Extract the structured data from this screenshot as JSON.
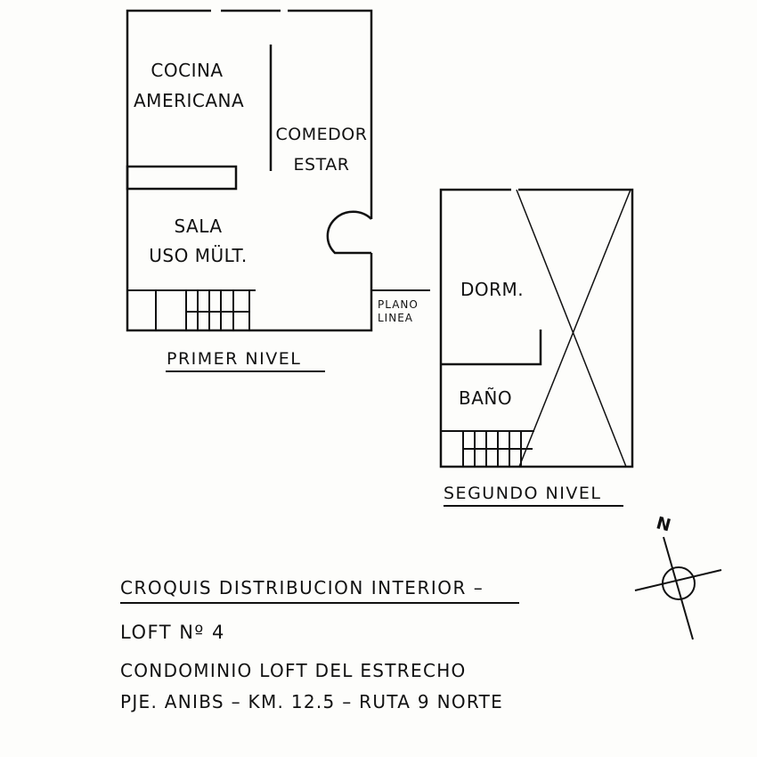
{
  "primer_nivel": {
    "title": "PRIMER NIVEL",
    "rooms": {
      "cocina_1": "COCINA",
      "cocina_2": "AMERICANA",
      "comedor_1": "COMEDOR",
      "comedor_2": "ESTAR",
      "sala_1": "SALA",
      "sala_2": "USO MÜLT."
    }
  },
  "plano_linea": {
    "line1": "PLANO",
    "line2": "LINEA"
  },
  "segundo_nivel": {
    "title": "SEGUNDO NIVEL",
    "rooms": {
      "dorm": "DORM.",
      "bano": "BAÑO"
    }
  },
  "compass": {
    "label": "N"
  },
  "footer": {
    "title": "CROQUIS DISTRIBUCION INTERIOR –",
    "loft": "LOFT Nº 4",
    "condominio": "CONDOMINIO LOFT DEL ESTRECHO",
    "address": "PJE. ANIBS – KM. 12.5 – RUTA 9 NORTE"
  }
}
